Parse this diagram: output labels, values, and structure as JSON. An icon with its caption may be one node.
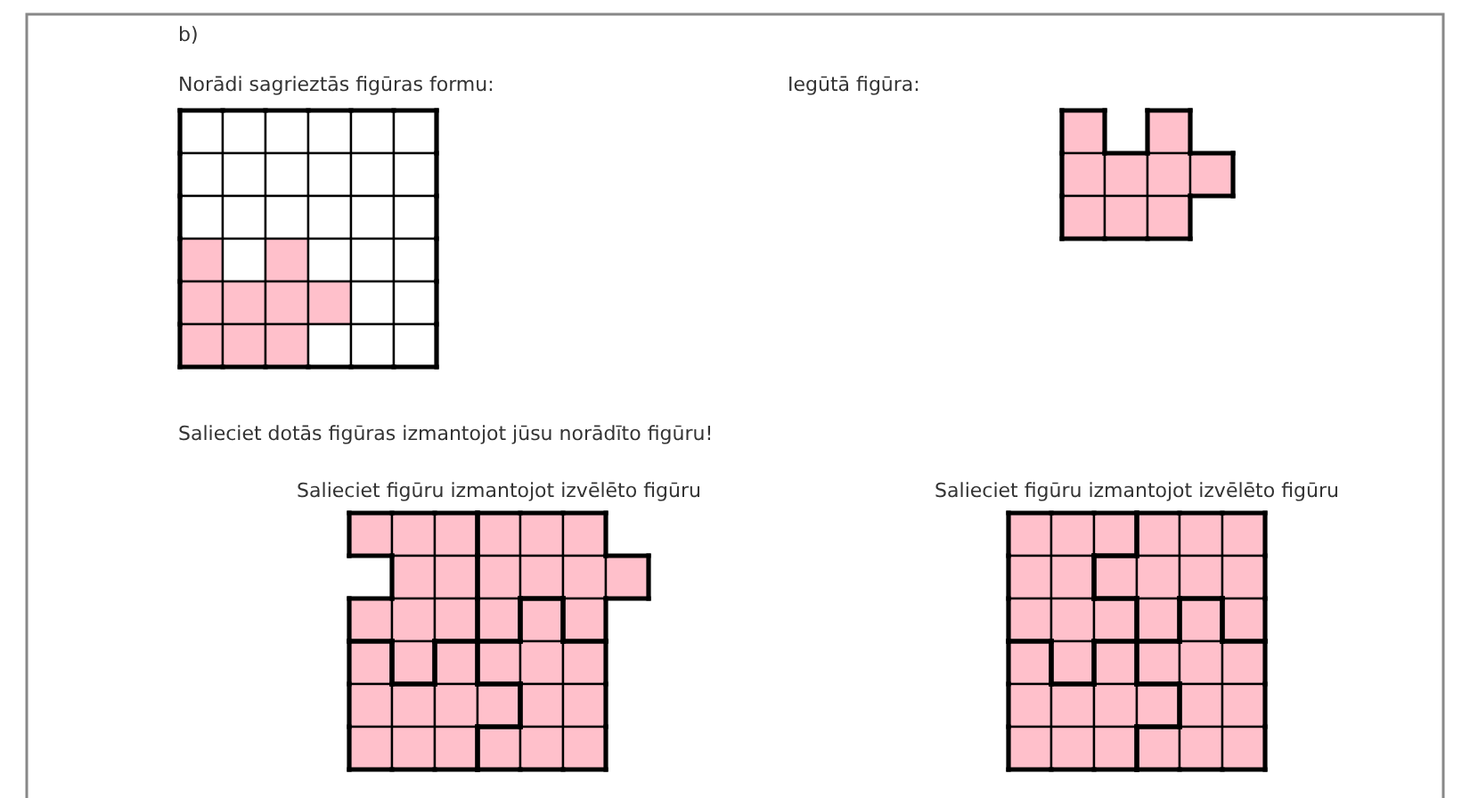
{
  "diagram": {
    "labels": [
      "b)",
      "Norādi sagrieztās figūras formu:",
      "Iegūtā figūra:",
      "Salieciet dotās figūras izmantojot jūsu norādīto figūru!",
      "Salieciet figūru izmantojot izvēlēto figūru",
      "Salieciet figūru izmantojot izvēlēto figūru"
    ]
  }
}
